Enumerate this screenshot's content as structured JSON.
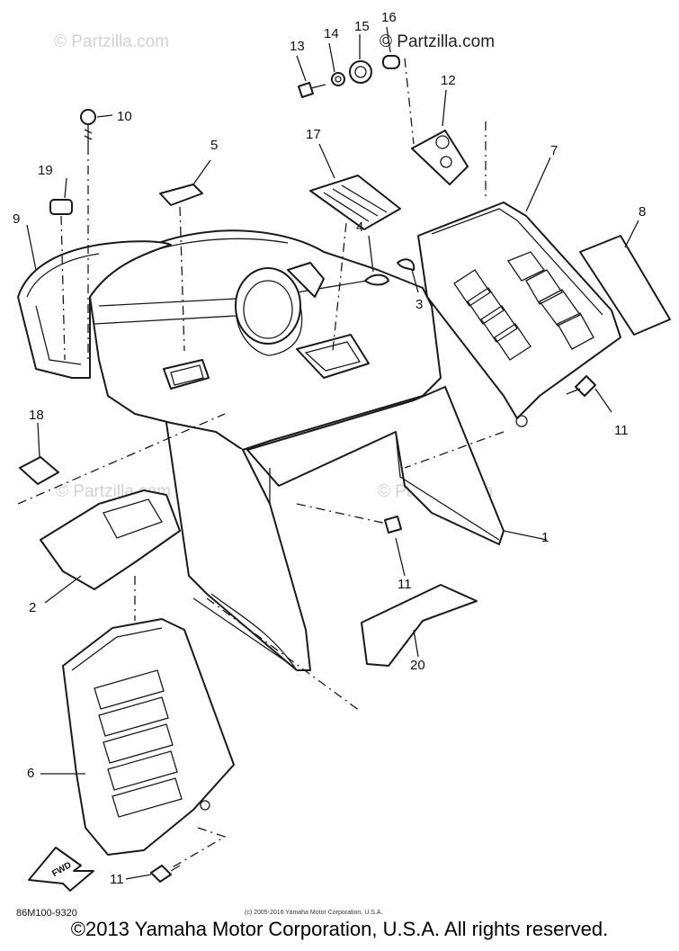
{
  "watermarks": {
    "top_left": "© Partzilla.com",
    "top_right": "© Partzilla.com",
    "mid_left": "© Partzilla.com",
    "mid_right": "© Partzilla.com"
  },
  "callouts": {
    "c1": "1",
    "c2": "2",
    "c3": "3",
    "c4": "4",
    "c5": "5",
    "c6": "6",
    "c7": "7",
    "c8": "8",
    "c9": "9",
    "c10": "10",
    "c11a": "11",
    "c11b": "11",
    "c11c": "11",
    "c12": "12",
    "c13": "13",
    "c14": "14",
    "c15": "15",
    "c16": "16",
    "c17": "17",
    "c18": "18",
    "c19": "19",
    "c20": "20"
  },
  "fwd_label": "FWD",
  "drawing_number": "86M100-9320",
  "small_copyright": "(c) 2005-2016 Yamaha Motor Corporation, U.S.A.",
  "footer_copyright": "©2013 Yamaha Motor Corporation, U.S.A. All rights reserved."
}
